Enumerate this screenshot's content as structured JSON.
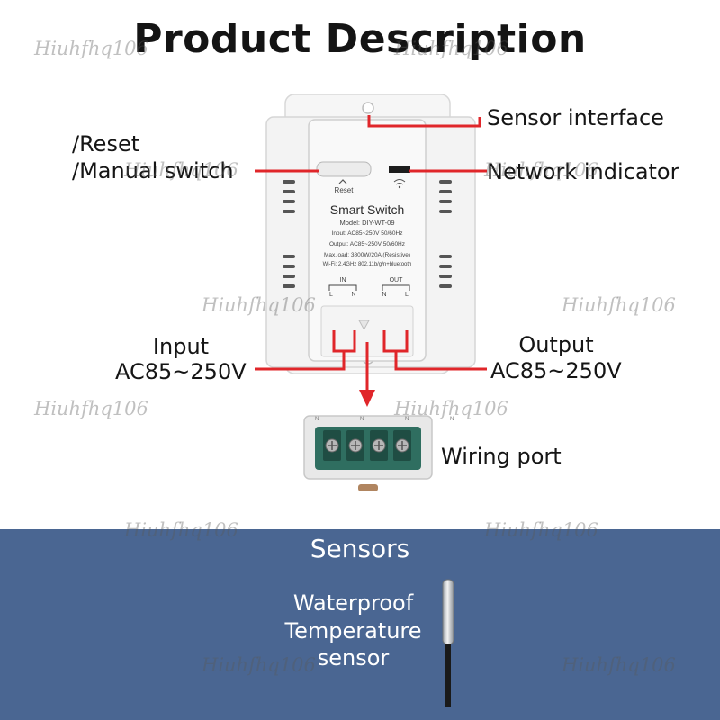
{
  "title": "Product Description",
  "labels": {
    "reset_line1": "/Reset",
    "reset_line2": "/Manual switch",
    "sensor_interface": "Sensor interface",
    "network_indicator": "Network indicator",
    "input_line1": "Input",
    "input_line2": "AC85~250V",
    "output_line1": "Output",
    "output_line2": "AC85~250V",
    "wiring_port": "Wiring port"
  },
  "device": {
    "reset_label": "Reset",
    "name": "Smart Switch",
    "model": "Model: DIY-WT-09",
    "input_spec": "Input: AC85~250V 50/60Hz",
    "output_spec": "Output: AC85~250V 50/60Hz",
    "max_load": "Max.load: 3800W/20A (Resistive)",
    "wifi": "Wi-Fi: 2.4GHz 802.11b/g/n+bluetooth",
    "in_label": "IN",
    "out_label": "OUT",
    "l": "L",
    "n": "N"
  },
  "sensors": {
    "title": "Sensors",
    "description_lines": [
      "Waterproof",
      "Temperature",
      "sensor"
    ]
  },
  "watermark": "Hiuhfhq106",
  "colors": {
    "pointer_red": "#e0262a",
    "panel_blue": "#4a6692",
    "device_white": "#f1f1f1"
  }
}
